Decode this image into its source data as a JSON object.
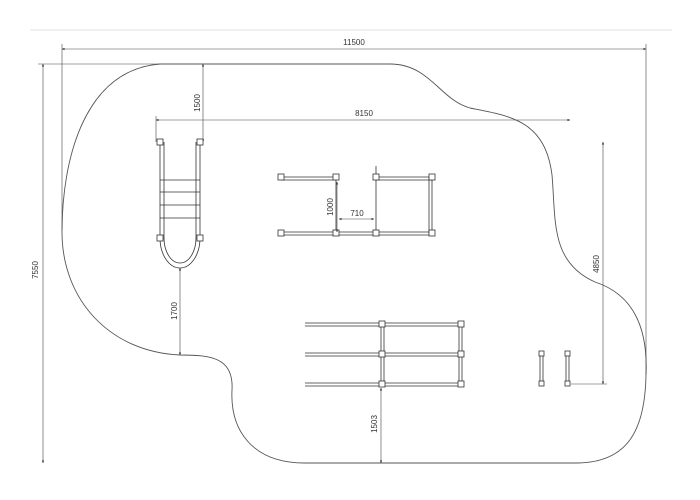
{
  "dimensions": {
    "overall_width": "11500",
    "overall_height": "7550",
    "ladder_top_offset": "1500",
    "equipment_span": "8150",
    "bar_height": "1000",
    "bar_gap": "710",
    "right_section_height": "4850",
    "ladder_bottom_offset": "1700",
    "bottom_offset": "1503"
  },
  "colors": {
    "line": "#333333",
    "outline": "#555555"
  }
}
